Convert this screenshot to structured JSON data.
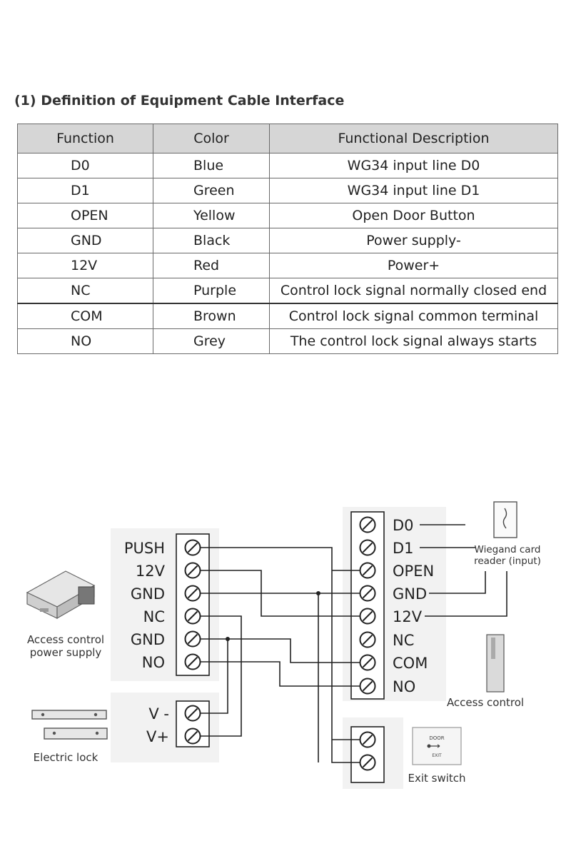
{
  "heading": "(1) Definition of Equipment Cable Interface",
  "table": {
    "headers": [
      "Function",
      "Color",
      "Functional Description"
    ],
    "rows": [
      [
        "D0",
        "Blue",
        "WG34 input line D0"
      ],
      [
        "D1",
        "Green",
        "WG34 input line D1"
      ],
      [
        "OPEN",
        "Yellow",
        "Open Door Button"
      ],
      [
        "GND",
        "Black",
        "Power supply-"
      ],
      [
        "12V",
        "Red",
        "Power+"
      ],
      [
        "NC",
        "Purple",
        "Control lock signal normally closed end"
      ],
      [
        "COM",
        "Brown",
        "Control lock signal common terminal"
      ],
      [
        "NO",
        "Grey",
        "The control lock signal always starts"
      ]
    ]
  },
  "diagram": {
    "power_terminals": [
      "PUSH",
      "12V",
      "GND",
      "NC",
      "GND",
      "NO"
    ],
    "lock_terminals": [
      "V -",
      "V+"
    ],
    "controller_terminals": [
      "D0",
      "D1",
      "OPEN",
      "GND",
      "12V",
      "NC",
      "COM",
      "NO"
    ],
    "captions": {
      "power_supply_line1": "Access control",
      "power_supply_line2": "power supply",
      "electric_lock": "Electric lock",
      "reader_line1": "Wiegand card",
      "reader_line2": "reader (input)",
      "access_control": "Access control",
      "exit_switch": "Exit switch",
      "exit_plate_top": "DOOR",
      "exit_plate_bottom": "EXIT"
    }
  }
}
